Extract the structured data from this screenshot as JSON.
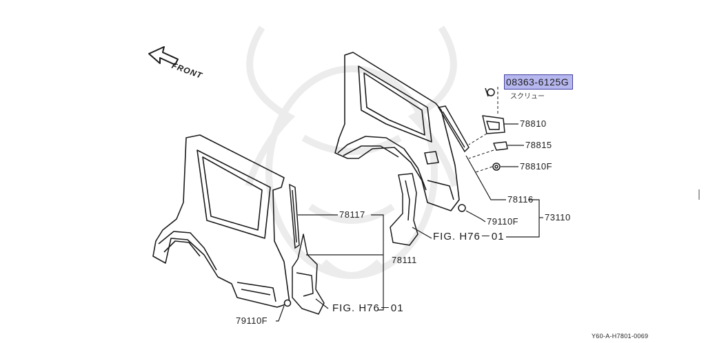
{
  "diagram": {
    "direction_label": "FRONT",
    "highlighted_part": {
      "number": "08363-6125G",
      "name": "スクリュー"
    },
    "callouts": [
      {
        "id": "78810",
        "text": "78810"
      },
      {
        "id": "78815",
        "text": "78815"
      },
      {
        "id": "78810F",
        "text": "78810F"
      },
      {
        "id": "78116",
        "text": "78116"
      },
      {
        "id": "73110",
        "text": "73110"
      },
      {
        "id": "79110F_right",
        "text": "79110F"
      },
      {
        "id": "fig_upper",
        "text": "FIG. H76－01"
      },
      {
        "id": "78117",
        "text": "78117"
      },
      {
        "id": "78111",
        "text": "78111"
      },
      {
        "id": "fig_lower",
        "text": "FIG. H76－01"
      },
      {
        "id": "79110F_left",
        "text": "79110F"
      }
    ],
    "drawing_code": "Y60-A-H7801-0069",
    "colors": {
      "line": "#1a1a1a",
      "highlight_fill": "#b7b7ef",
      "highlight_border": "#4040a0",
      "watermark": "#ececec"
    }
  }
}
